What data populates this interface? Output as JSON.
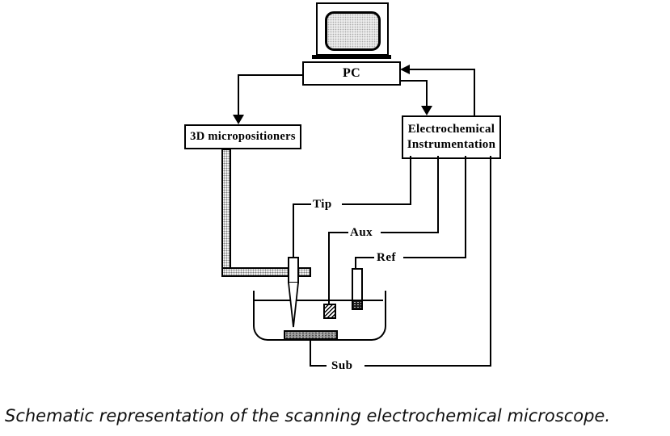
{
  "figure": {
    "boxes": {
      "pc": "PC",
      "positioners": "3D micropositioners",
      "instrumentation_line1": "Electrochemical",
      "instrumentation_line2": "Instrumentation"
    },
    "wire_labels": {
      "tip": "Tip",
      "aux": "Aux",
      "ref": "Ref",
      "sub": "Sub"
    },
    "caption": "Schematic representation of the scanning electrochemical microscope.",
    "colors": {
      "line": "#000000",
      "background": "#ffffff",
      "screen_fill": "#ececec",
      "substrate_fill": "#9b9b9b"
    }
  }
}
